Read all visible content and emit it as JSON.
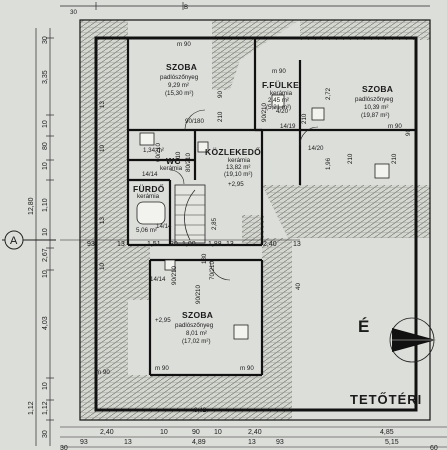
{
  "header": {
    "dim_top": "30",
    "axis_marker": "B"
  },
  "compass": {
    "label": "É"
  },
  "sheet_title": "TETŐTÉRI",
  "section_marker": "A",
  "rooms": {
    "szoba_top": {
      "name": "SZOBA",
      "floor": "padlószőnyeg",
      "area": "9,29 m²",
      "area2": "(15,30 m²)"
    },
    "ffulke": {
      "name": "F.FÜLKE",
      "floor": "kerámia",
      "area": "2,45 m²",
      "area2": "(5,21 m²)"
    },
    "szoba_right": {
      "name": "SZOBA",
      "floor": "padlószőnyeg",
      "area": "10,39 m²",
      "area2": "(19,87 m²)"
    },
    "wc": {
      "name": "WC",
      "floor": "kerámia",
      "area": "1,34 m²"
    },
    "kozlekedo": {
      "name": "KÖZLEKEDŐ",
      "floor": "kerámia",
      "area": "13,82 m²",
      "area2": "(19,10 m²)"
    },
    "furdo": {
      "name": "FÜRDŐ",
      "floor": "kerámia",
      "area": "5,06 m²"
    },
    "szoba_bottom": {
      "name": "SZOBA",
      "floor": "padlószőnyeg",
      "area": "8,01 m²",
      "area2": "(17,02 m²)"
    }
  },
  "labels": {
    "m90_top": "m 90",
    "m90_a": "m 90",
    "m90_b": "m 90",
    "m90_c": "m 90",
    "m90_d": "m 90",
    "m90_e": "m 90",
    "l90_180": "90/180",
    "l14_20": "14/20",
    "l90_210_a": "90/210",
    "l90_210_b": "90/210",
    "l90_210_c": "90/210",
    "l80_210": "80/210",
    "l60_210": "60/210",
    "l14_14_a": "14/14",
    "l14_14_b": "14/14",
    "l14_14_c": "14/14",
    "l70_210": "70/210",
    "l14_19": "14/19",
    "elev_a": "+2,95",
    "elev_b": "+2,95",
    "v210_a": "210",
    "v210_b": "210",
    "v210_c": "210",
    "v210_d": "210",
    "v210_e": "210",
    "v272": "2,72",
    "v196": "1,96",
    "v285": "2,85",
    "v180": "180",
    "v90": "90",
    "v10a": "10",
    "v10b": "10",
    "v90b": "90",
    "v40": "40",
    "v13a": "13",
    "v13b": "13",
    "v342": "3,42",
    "v4_20": "4/20"
  },
  "dims_left": [
    "30",
    "3,35",
    "10",
    "80",
    "10",
    "1,10",
    "12,80",
    "10",
    "2,67",
    "10",
    "4,03",
    "10",
    "1,12",
    "1,12",
    "30"
  ],
  "dims_row_mid": [
    "93",
    "13",
    "1,51",
    "30",
    "1,00",
    "1,88",
    "13",
    "2,40",
    "13"
  ],
  "dims_bottom_1": [
    "2,40",
    "10",
    "90",
    "10",
    "2,40",
    "4,85"
  ],
  "dims_bottom_2": [
    "93",
    "13",
    "4,89",
    "13",
    "93",
    "5,15"
  ],
  "dims_bottom_3": [
    "30",
    "60"
  ]
}
